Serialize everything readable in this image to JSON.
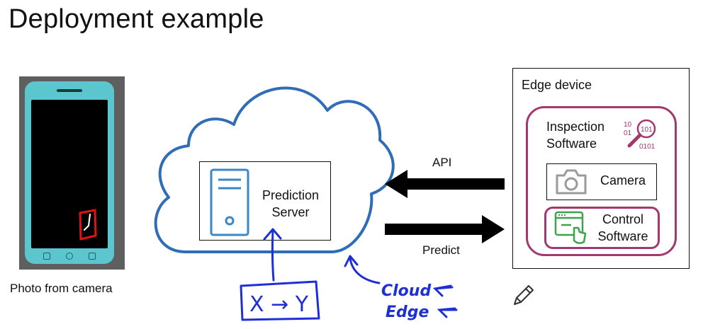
{
  "slide": {
    "title": "Deployment example"
  },
  "phone": {
    "caption": "Photo from camera"
  },
  "cloud": {
    "server_label_line1": "Prediction",
    "server_label_line2": "Server"
  },
  "arrows": {
    "api_label": "API",
    "predict_label": "Predict"
  },
  "edge": {
    "title": "Edge device",
    "inspection_line1": "Inspection",
    "inspection_line2": "Software",
    "binary_line1": "10",
    "binary_line2": "01",
    "binary_line3": "101",
    "binary_line4": "0101",
    "camera_label": "Camera",
    "control_line1": "Control",
    "control_line2": "Software"
  },
  "handwriting": {
    "x_to_y": "X → Y",
    "cloud": "Cloud",
    "edge": "Edge"
  },
  "colors": {
    "cloud_outline": "#2f6db8",
    "server_icon": "#3a86c8",
    "inspection_border": "#a3386e",
    "control_icon": "#3fa34d",
    "ink_blue": "#1f2fd6",
    "marker_red": "#e01212",
    "phone_body": "#5cc6cf"
  },
  "icons": [
    "server-icon",
    "magnifier-binary-icon",
    "camera-icon",
    "browser-click-icon",
    "pencil-icon"
  ]
}
